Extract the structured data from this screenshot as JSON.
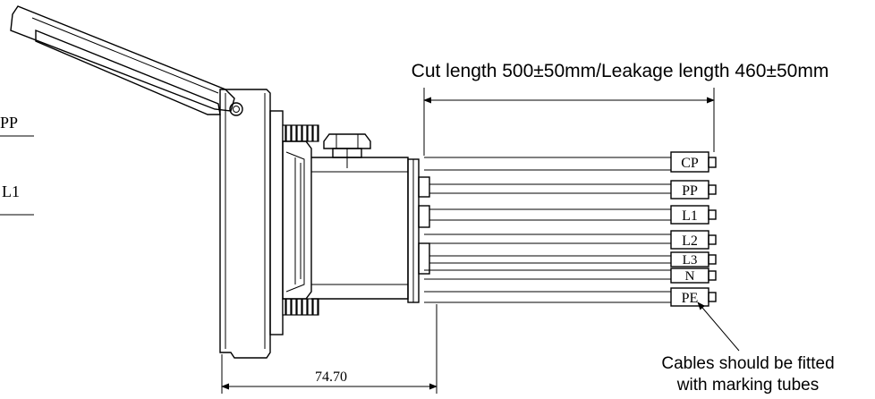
{
  "dimensions": {
    "cut_length": "Cut length 500±50mm/Leakage length 460±50mm",
    "width": "74.70"
  },
  "cable_tags": [
    "CP",
    "PP",
    "L1",
    "L2",
    "L3",
    "N",
    "PE"
  ],
  "left_labels": [
    "PP",
    "L1"
  ],
  "note": {
    "line1": "Cables should be fitted",
    "line2": "with marking tubes"
  }
}
